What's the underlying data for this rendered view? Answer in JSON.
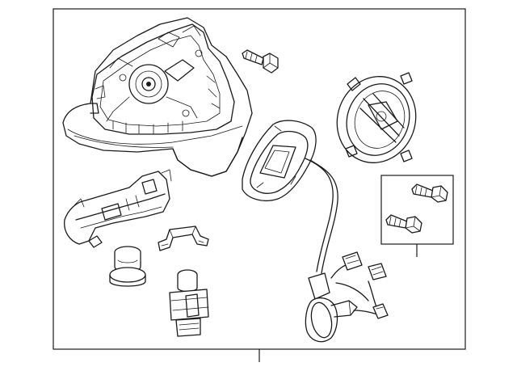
{
  "diagram": {
    "parts": [
      {
        "name": "mirror-housing-assembly"
      },
      {
        "name": "mounting-bolt"
      },
      {
        "name": "tweeter-speaker"
      },
      {
        "name": "mirror-base-gasket"
      },
      {
        "name": "wiring-harness-connector"
      },
      {
        "name": "screw-set-boxed"
      },
      {
        "name": "turn-signal-bracket"
      },
      {
        "name": "mirror-motor-actuator"
      },
      {
        "name": "retaining-clip-bracket"
      },
      {
        "name": "puddle-lamp-bulb-socket"
      }
    ]
  }
}
